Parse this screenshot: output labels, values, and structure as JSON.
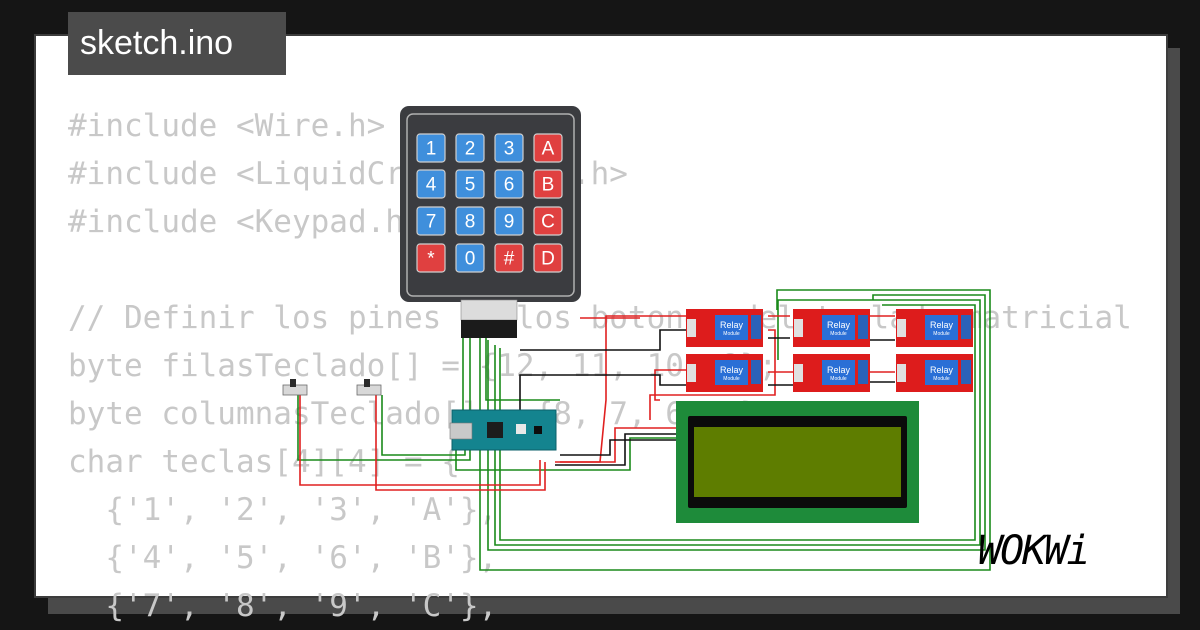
{
  "header": {
    "title": "sketch.ino"
  },
  "code_lines": [
    "#include <Wire.h>",
    "#include <LiquidCrystal_I2C.h>",
    "#include <Keypad.h>",
    "",
    "// Definir los pines de los botones del teclado matricial",
    "byte filasTeclado[] = {12, 11, 10, 9};",
    "byte columnasTeclado[] = {8, 7, 6, 5};",
    "char teclas[4][4] = {",
    "  {'1', '2', '3', 'A'},",
    "  {'4', '5', '6', 'B'},",
    "  {'7', '8', '9', 'C'},"
  ],
  "keypad": {
    "keys": [
      [
        "1",
        "2",
        "3",
        "A"
      ],
      [
        "4",
        "5",
        "6",
        "B"
      ],
      [
        "7",
        "8",
        "9",
        "C"
      ],
      [
        "*",
        "0",
        "#",
        "D"
      ]
    ]
  },
  "relays": [
    {
      "label": "Relay",
      "sub": "Module"
    },
    {
      "label": "Relay",
      "sub": "Module"
    },
    {
      "label": "Relay",
      "sub": "Module"
    },
    {
      "label": "Relay",
      "sub": "Module"
    },
    {
      "label": "Relay",
      "sub": "Module"
    },
    {
      "label": "Relay",
      "sub": "Module"
    }
  ],
  "brand": {
    "logo_text": "WOKWi"
  },
  "colors": {
    "wire_red": "#e02020",
    "wire_green": "#1a8a1a",
    "wire_black": "#111111",
    "keypad_blue": "#3f8fdc",
    "keypad_red": "#e04040",
    "relay_red": "#dd1c1c",
    "lcd_green": "#1e8b3a",
    "lcd_screen": "#5e7d00",
    "arduino_teal": "#14848f"
  }
}
